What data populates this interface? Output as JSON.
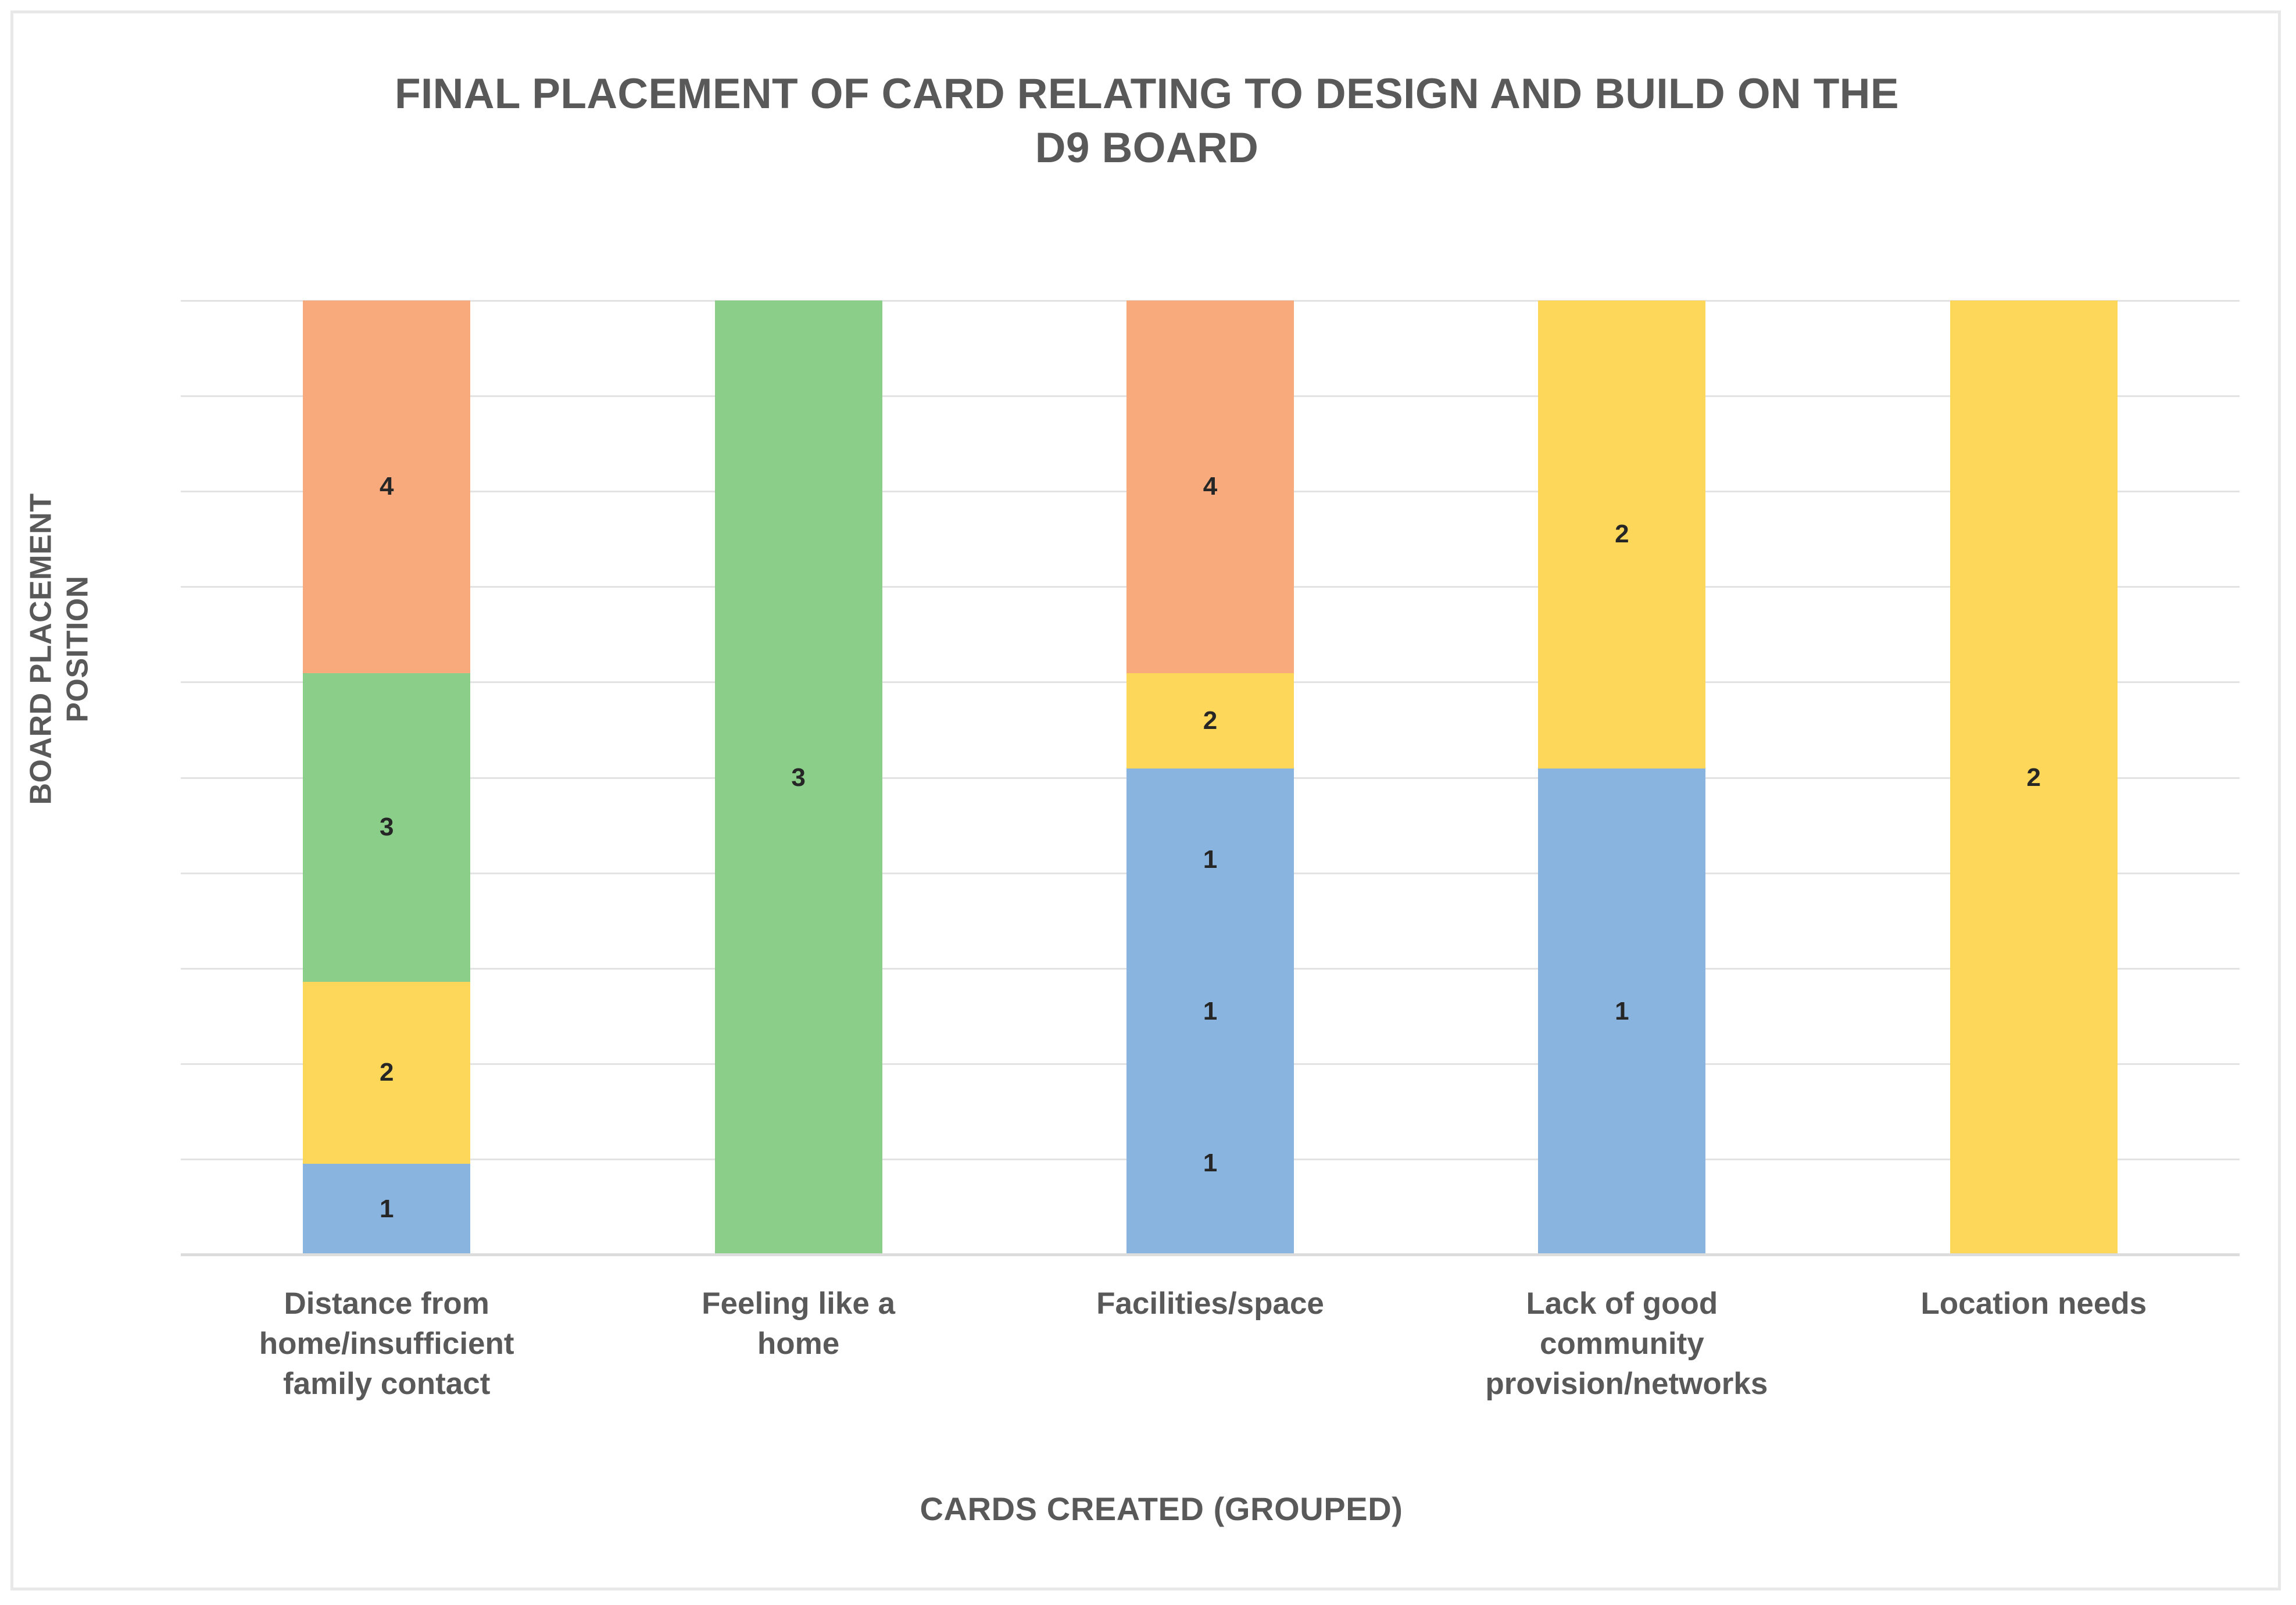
{
  "chart_data": {
    "type": "bar",
    "subtype": "stacked-column",
    "title": "FINAL PLACEMENT OF CARD RELATING TO DESIGN AND BUILD ON THE D9 BOARD",
    "title_lines": [
      "FINAL PLACEMENT OF CARD RELATING TO DESIGN AND BUILD ON THE",
      "D9 BOARD"
    ],
    "xlabel": "CARDS CREATED (GROUPED)",
    "ylabel": "BOARD PLACEMENT POSITION",
    "ylabel_lines": [
      "BOARD PLACEMENT",
      "POSITION"
    ],
    "ytick_labels": [],
    "ylim": [
      0,
      10.5
    ],
    "grid": true,
    "gridline_count": 11,
    "legend": "none",
    "categories": [
      "Distance from home/insufficient family contact",
      "Feeling like a home",
      "Facilities/space",
      "Lack of good community provision/networks",
      "Location needs"
    ],
    "category_label_lines": [
      [
        "Distance from",
        "home/insufficient",
        "family contact"
      ],
      [
        "Feeling like a home"
      ],
      [
        "Facilities/space"
      ],
      [
        "Lack of good community",
        "provision/networks"
      ],
      [
        "Location needs"
      ]
    ],
    "colors": {
      "blue": "#8AB4E0",
      "yellow": "#FCD75A",
      "green": "#8ACE89",
      "orange": "#F9AA7D",
      "grid": "#E3E3E3",
      "axis": "#DCDCDC",
      "text": "#595959",
      "label_text": "#262626",
      "border": "#E8E8E8",
      "background": "#FFFFFF"
    },
    "stacks": [
      {
        "category": "Distance from home/insufficient family contact",
        "segments": [
          {
            "label": "1",
            "value": 1,
            "color": "blue",
            "height_units": 1.0
          },
          {
            "label": "2",
            "value": 2,
            "color": "yellow",
            "height_units": 2.0
          },
          {
            "label": "3",
            "value": 3,
            "color": "green",
            "height_units": 3.4
          },
          {
            "label": "4",
            "value": 4,
            "color": "orange",
            "height_units": 4.1
          }
        ]
      },
      {
        "category": "Feeling like a home",
        "segments": [
          {
            "label": "3",
            "value": 3,
            "color": "green",
            "height_units": 10.5
          }
        ]
      },
      {
        "category": "Facilities/space",
        "segments": [
          {
            "labels": [
              "1",
              "1",
              "1"
            ],
            "values": [
              1,
              1,
              1
            ],
            "color": "blue",
            "height_units": 5.35
          },
          {
            "label": "2",
            "value": 2,
            "color": "yellow",
            "height_units": 1.05
          },
          {
            "label": "4",
            "value": 4,
            "color": "orange",
            "height_units": 4.1
          }
        ]
      },
      {
        "category": "Lack of good community provision/networks",
        "segments": [
          {
            "label": "1",
            "value": 1,
            "color": "blue",
            "height_units": 5.35
          },
          {
            "label": "2",
            "value": 2,
            "color": "yellow",
            "height_units": 5.15
          }
        ]
      },
      {
        "category": "Location needs",
        "segments": [
          {
            "label": "2",
            "value": 2,
            "color": "yellow",
            "height_units": 10.5
          }
        ]
      }
    ]
  }
}
